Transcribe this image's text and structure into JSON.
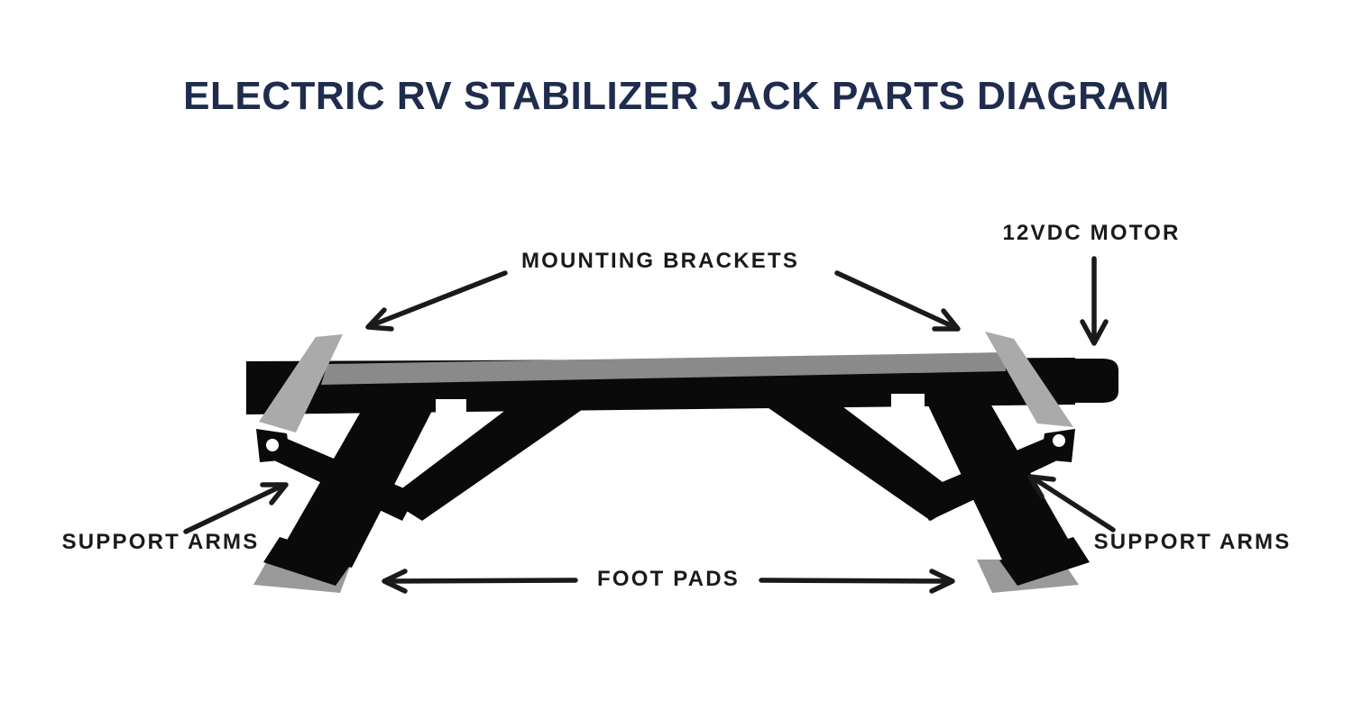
{
  "title": {
    "text": "ELECTRIC RV STABILIZER JACK PARTS DIAGRAM"
  },
  "callouts": {
    "mounting_brackets": {
      "label": "MOUNTING BRACKETS"
    },
    "motor": {
      "label": "12VDC MOTOR"
    },
    "support_arms_left": {
      "label": "SUPPORT ARMS"
    },
    "support_arms_right": {
      "label": "SUPPORT ARMS"
    },
    "foot_pads": {
      "label": "FOOT PADS"
    }
  },
  "colors": {
    "background": "#ffffff",
    "title_color": "#1f2c4d",
    "label_color": "#1a1a1a",
    "part_black": "#0a0a0a",
    "rail_gray": "#8a8a8a",
    "bracket_gray": "#aaaaaa",
    "pad_gray": "#9a9a9a",
    "arrow_color": "#1a1a1a"
  }
}
